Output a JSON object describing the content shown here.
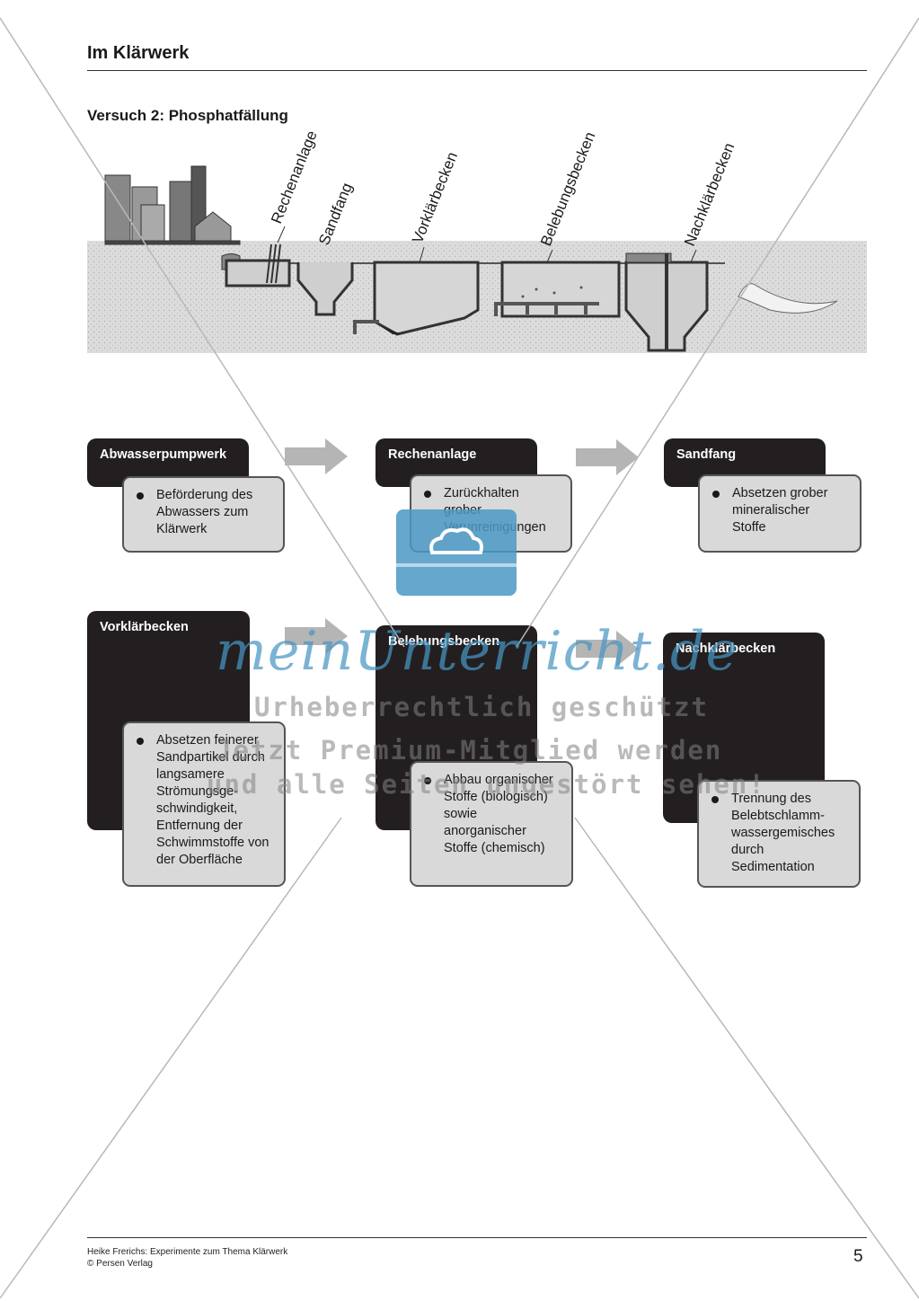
{
  "header": {
    "title": "Im Klärwerk",
    "subtitle": "Versuch 2: Phosphatfällung"
  },
  "diagram": {
    "labels": [
      "Rechenanlage",
      "Sandfang",
      "Vorklärbecken",
      "Belebungsbecken",
      "Nachklärbecken"
    ]
  },
  "stages": [
    {
      "title": "Abwasserpumpwerk",
      "text": "Beförderung des\nAbwassers zum\nKlärwerk"
    },
    {
      "title": "Rechenanlage",
      "text": "Zurückhalten\ngrober\nVerunreinigungen"
    },
    {
      "title": "Sandfang",
      "text": "Absetzen grober\nmineralischer\nStoffe"
    },
    {
      "title": "Vorklärbecken",
      "text": "Absetzen feinerer\nSandpartikel durch\nlangsamere\nStrömungsge-\nschwindigkeit,\nEntfernung der\nSchwimmstoffe von\nder Oberfläche"
    },
    {
      "title": "Belebungsbecken",
      "text": "Abbau organischer\nStoffe (biologisch)\nsowie\nanorganischer\nStoffe (chemisch)"
    },
    {
      "title": "Nachklärbecken",
      "text": "Trennung des\nBelebtschlamm-\nwassergemisches\ndurch\nSedimentation"
    }
  ],
  "watermark": {
    "brand": "meinUnterricht.de",
    "line1": "Urheberrechtlich geschützt",
    "line2": "Jetzt Premium-Mitglied werden",
    "line3": "und alle Seiten ungestört sehen!"
  },
  "footer": {
    "credit": "Heike Frerichs: Experimente zum Thema Klärwerk",
    "publisher": "© Persen Verlag",
    "page_number": "5"
  },
  "colors": {
    "stage_head": "#231f20",
    "stage_desc": "#d9d9d9",
    "arrow": "#b5b5b5",
    "watermark_blue": "#4a98c4"
  }
}
